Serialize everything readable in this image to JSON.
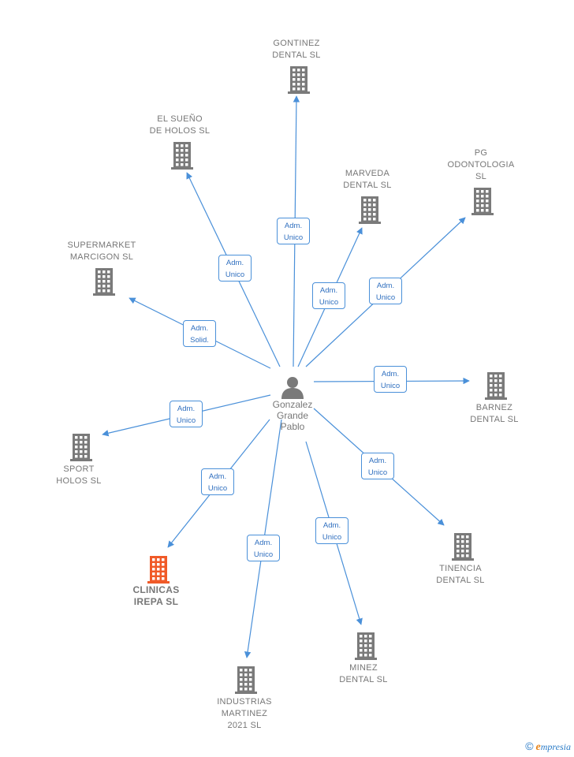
{
  "center": {
    "name": "Gonzalez\nGrande\nPablo",
    "icon": "person-icon"
  },
  "colors": {
    "edge": "#4a90d9",
    "building": "#7a7a7a",
    "focus_building": "#f05a28"
  },
  "companies": [
    {
      "id": "gontinez",
      "name": "GONTINEZ\nDENTAL  SL",
      "role": "Adm.\nUnico",
      "focus": false
    },
    {
      "id": "el-sueno",
      "name": "EL SUEÑO\nDE HOLOS SL",
      "role": "Adm.\nUnico",
      "focus": false
    },
    {
      "id": "marveda",
      "name": "MARVEDA\nDENTAL  SL",
      "role": "Adm.\nUnico",
      "focus": false
    },
    {
      "id": "pg-odontologia",
      "name": "PG\nODONTOLOGIA\nSL",
      "role": "Adm.\nUnico",
      "focus": false
    },
    {
      "id": "supermarket",
      "name": "SUPERMARKET\nMARCIGON  SL",
      "role": "Adm.\nSolid.",
      "focus": false
    },
    {
      "id": "barnez",
      "name": "BARNEZ\nDENTAL  SL",
      "role": "Adm.\nUnico",
      "focus": false
    },
    {
      "id": "sport-holos",
      "name": "SPORT\nHOLOS  SL",
      "role": "Adm.\nUnico",
      "focus": false
    },
    {
      "id": "clinicas-irepa",
      "name": "CLINICAS\nIREPA  SL",
      "role": "Adm.\nUnico",
      "focus": true
    },
    {
      "id": "tinencia",
      "name": "TINENCIA\nDENTAL  SL",
      "role": "Adm.\nUnico",
      "focus": false
    },
    {
      "id": "industrias-martinez",
      "name": "INDUSTRIAS\nMARTINEZ\n2021  SL",
      "role": "Adm.\nUnico",
      "focus": false
    },
    {
      "id": "minez",
      "name": "MINEZ\nDENTAL  SL",
      "role": "Adm.\nUnico",
      "focus": false
    }
  ],
  "footer": {
    "copyright_symbol": "©",
    "brand_initial": "e",
    "brand_rest": "mpresia"
  }
}
